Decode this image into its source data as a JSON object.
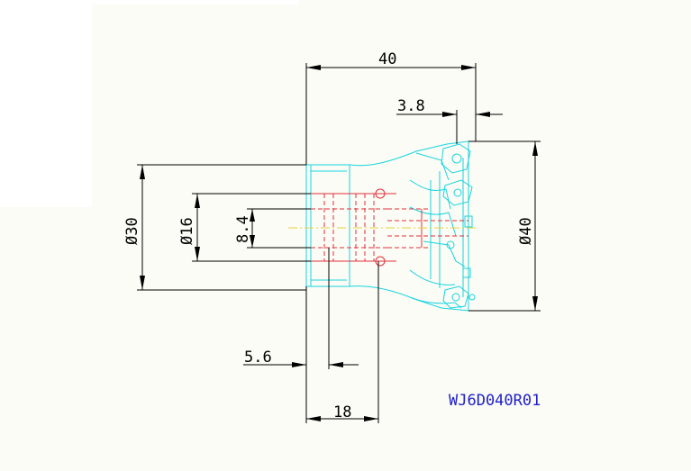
{
  "drawing": {
    "model_code": "WJ6D040R01",
    "colors": {
      "outline": "#19d4e0",
      "hidden": "#e0303a",
      "dimension": "#000000",
      "model_text": "#2020c8",
      "background": "#fbfcf5"
    }
  },
  "dimensions": {
    "overall_length": "40",
    "insert_protrusion": "3.8",
    "shank_diameter": "Ø30",
    "bore_diameter": "Ø16",
    "keyway_width": "8.4",
    "cutter_diameter": "Ø40",
    "keyway_depth": "5.6",
    "shank_length": "18"
  }
}
